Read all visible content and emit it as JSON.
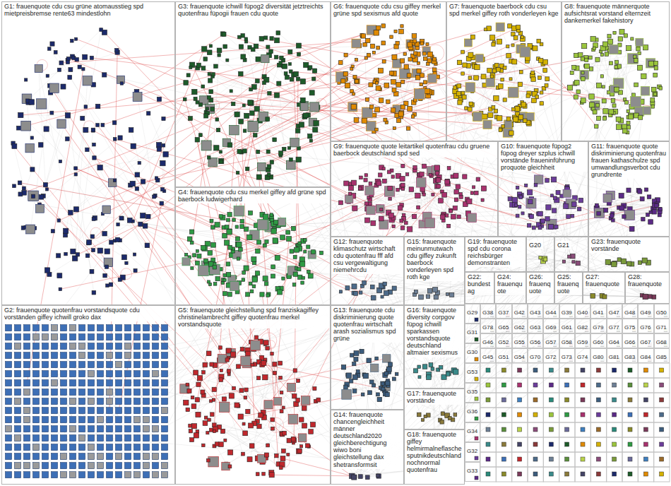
{
  "diagram": {
    "nodes": [
      {
        "text": [
          "G1: frauenquote cdu csu grüne atomausstieg spd mietpreisbremse rente63 mindestlohn"
        ]
      },
      {
        "text": [
          "G3: frauenquote ichwill füpog2 diversität jetztreichts quotenfrau füpogii frauen cdu quote"
        ]
      },
      {
        "text": [
          "G6: frauenquote cdu csu giffey merkel grüne spd sexismus afd quote"
        ]
      },
      {
        "text": [
          "G7: frauenquote baerbock cdu csu spd merkel giffey roth vonderleyen kge"
        ]
      },
      {
        "text": [
          "G8: frauenquote männerquote aufsichtsrat vorstand elternzeit dankemerkel fakehistory"
        ]
      },
      {
        "text": [
          "G4: frauenquote cdu csu merkel giffey afd grüne spd baerbock ludwigerhard"
        ]
      },
      {
        "text": [
          "G9: frauenquote quote leitartikel quotenfrau cdu gruene baerbock deutschland spd sed"
        ]
      },
      {
        "text": [
          "G10: frauenquote füpog2 füpog dreyer szplus ichwill vorstände fraueninführung proquote gleichheit"
        ]
      },
      {
        "text": [
          "G11: frauenquote quote diskriminierung quotenfrau frauen kathaschulze spd umwandlungsverbot cdu grundrente"
        ]
      },
      {
        "text": [
          "G2: frauenquote quotenfrau vorstandsquote cdu vorständen giffey ichwill groko dax"
        ]
      },
      {
        "text": [
          "G5: frauenquote gleichstellung spd franziskagiffey christinelambrecht giffey quotenfrau merkel vorstandsquote"
        ]
      },
      {
        "text": [
          "G12: frauenquote klimaschutz wirtschaft cdu quotenfrau fff afd csu vergewaltigung niemehrcdu"
        ]
      },
      {
        "text": [
          "G15: frauenquote meinunmutwach cdu giffey zukunft baerbock vonderleyen spd roth kge"
        ]
      },
      {
        "text": [
          "G19: frauenquote spd cdu corona reichsbürger demonstranten"
        ]
      },
      {
        "text": [
          "G20"
        ]
      },
      {
        "text": [
          "G21"
        ]
      },
      {
        "text": [
          "G23: frauenquote vorstände"
        ]
      },
      {
        "text": [
          "G22: bundestag"
        ]
      },
      {
        "text": [
          "G24: frauenquote"
        ]
      },
      {
        "text": [
          "G26: frauenquote"
        ]
      },
      {
        "text": [
          "G25: frauenquote"
        ]
      },
      {
        "text": [
          "G27: frauenquote"
        ]
      },
      {
        "text": [
          "G28: frauenquote"
        ]
      },
      {
        "text": [
          "G13: frauenquote cdu diskriminierung quote quotenfrau wirtschaft arash sozialismus spd grüne"
        ]
      },
      {
        "text": [
          "G16: frauenquote diversity corpgov füpog ichwill sparkassen vorstandsquote deutschland altmaier sexismus"
        ]
      },
      {
        "text": [
          "G17: frauenquote vorstände"
        ]
      },
      {
        "text": [
          "G14: frauenquote chancengleichheit männer deutschland2020 gleichberechtigung wiwo boni gleichstellung dax shetransformsit"
        ]
      },
      {
        "text": [
          "G18: frauenquote giffey helmirmalneflasche sputnikdeutschland nochnormal quotenfrau"
        ]
      },
      {
        "text": [
          "G29"
        ]
      },
      {
        "text": [
          "G31"
        ]
      },
      {
        "text": [
          "G30"
        ]
      },
      {
        "text": [
          "G53"
        ]
      },
      {
        "text": [
          "G35"
        ]
      },
      {
        "text": [
          "G36"
        ]
      },
      {
        "text": [
          "G34"
        ]
      },
      {
        "text": [
          "G32"
        ]
      },
      {
        "text": [
          "G33"
        ]
      },
      {
        "text": [
          "G38"
        ]
      },
      {
        "text": [
          "G37"
        ]
      },
      {
        "text": [
          "G42"
        ]
      },
      {
        "text": [
          "G43"
        ]
      },
      {
        "text": [
          "G44"
        ]
      },
      {
        "text": [
          "G39"
        ]
      },
      {
        "text": [
          "G40"
        ]
      },
      {
        "text": [
          "G41"
        ]
      },
      {
        "text": [
          "G47"
        ]
      },
      {
        "text": [
          "G48"
        ]
      },
      {
        "text": [
          "G49"
        ]
      },
      {
        "text": [
          "G50"
        ]
      },
      {
        "text": [
          "G78"
        ]
      },
      {
        "text": [
          "G65"
        ]
      },
      {
        "text": [
          "G62"
        ]
      },
      {
        "text": [
          "G63"
        ]
      },
      {
        "text": [
          "G69"
        ]
      },
      {
        "text": [
          "G61"
        ]
      },
      {
        "text": [
          "G82"
        ]
      },
      {
        "text": [
          "G79"
        ]
      },
      {
        "text": [
          "G77"
        ]
      },
      {
        "text": [
          "G75"
        ]
      },
      {
        "text": [
          "G76"
        ]
      },
      {
        "text": [
          "G71"
        ]
      },
      {
        "text": [
          "G46"
        ]
      },
      {
        "text": [
          "G52"
        ]
      },
      {
        "text": [
          "G55"
        ]
      },
      {
        "text": [
          "G56"
        ]
      },
      {
        "text": [
          "G57"
        ]
      },
      {
        "text": [
          "G58"
        ]
      },
      {
        "text": [
          "G59"
        ]
      },
      {
        "text": [
          "G60"
        ]
      },
      {
        "text": [
          "G64"
        ]
      },
      {
        "text": [
          "G66"
        ]
      },
      {
        "text": [
          "G67"
        ]
      },
      {
        "text": [
          "G68"
        ]
      },
      {
        "text": [
          "G45"
        ]
      },
      {
        "text": [
          "G51"
        ]
      },
      {
        "text": [
          "G54"
        ]
      },
      {
        "text": [
          "G70"
        ]
      },
      {
        "text": [
          "G72"
        ]
      },
      {
        "text": [
          "G73"
        ]
      },
      {
        "text": [
          "G74"
        ]
      },
      {
        "text": [
          "G80"
        ]
      },
      {
        "text": [
          "G81"
        ]
      },
      {
        "text": [
          "G83"
        ]
      },
      {
        "text": [
          "G84"
        ]
      },
      {
        "text": [
          "G85"
        ]
      }
    ]
  }
}
